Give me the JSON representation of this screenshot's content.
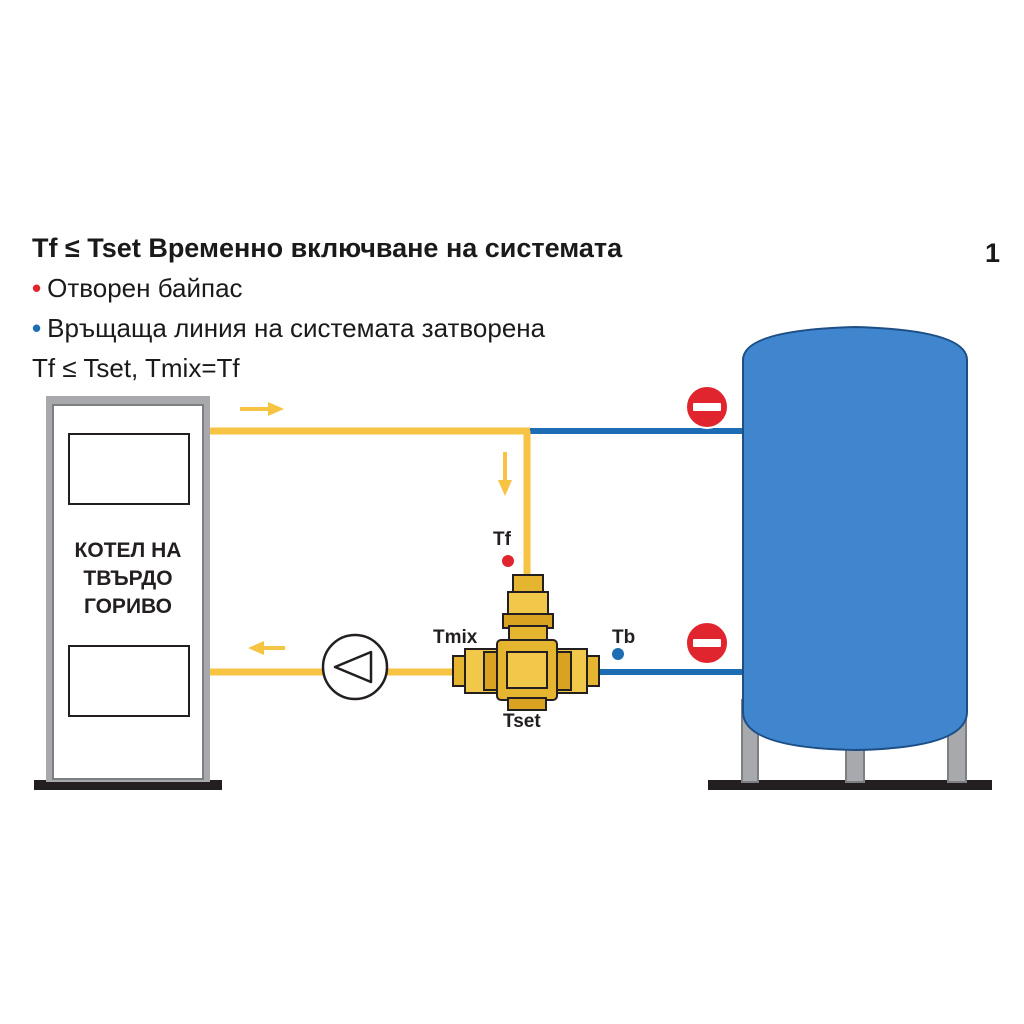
{
  "header": {
    "title": "Tf ≤ Tset Временно включване на системата",
    "page_number": "1",
    "items": [
      {
        "bullet": "•",
        "bullet_color": "#e1252f",
        "text": "Отворен байпас"
      },
      {
        "bullet": "•",
        "bullet_color": "#1d6db5",
        "text": "Връщаща линия на системата затворена"
      }
    ],
    "condition": "Tf ≤ Tset, Tmix=Tf"
  },
  "boiler": {
    "label_lines": [
      "КОТЕЛ НА",
      "ТВЪРДО",
      "ГОРИВО"
    ]
  },
  "sensors": {
    "tf": {
      "label": "Tf",
      "color": "#e1252f"
    },
    "tmix": {
      "label": "Tmix"
    },
    "tb": {
      "label": "Tb",
      "color": "#1d6db5"
    },
    "tset": {
      "label": "Tset"
    }
  },
  "colors": {
    "hot_pipe": "#f6c343",
    "cold_pipe": "#1d6db5",
    "tank": "#3f86cf",
    "boiler_frame": "#a7a9ac",
    "brass": "#e6b530",
    "no_entry": "#e1252f"
  }
}
